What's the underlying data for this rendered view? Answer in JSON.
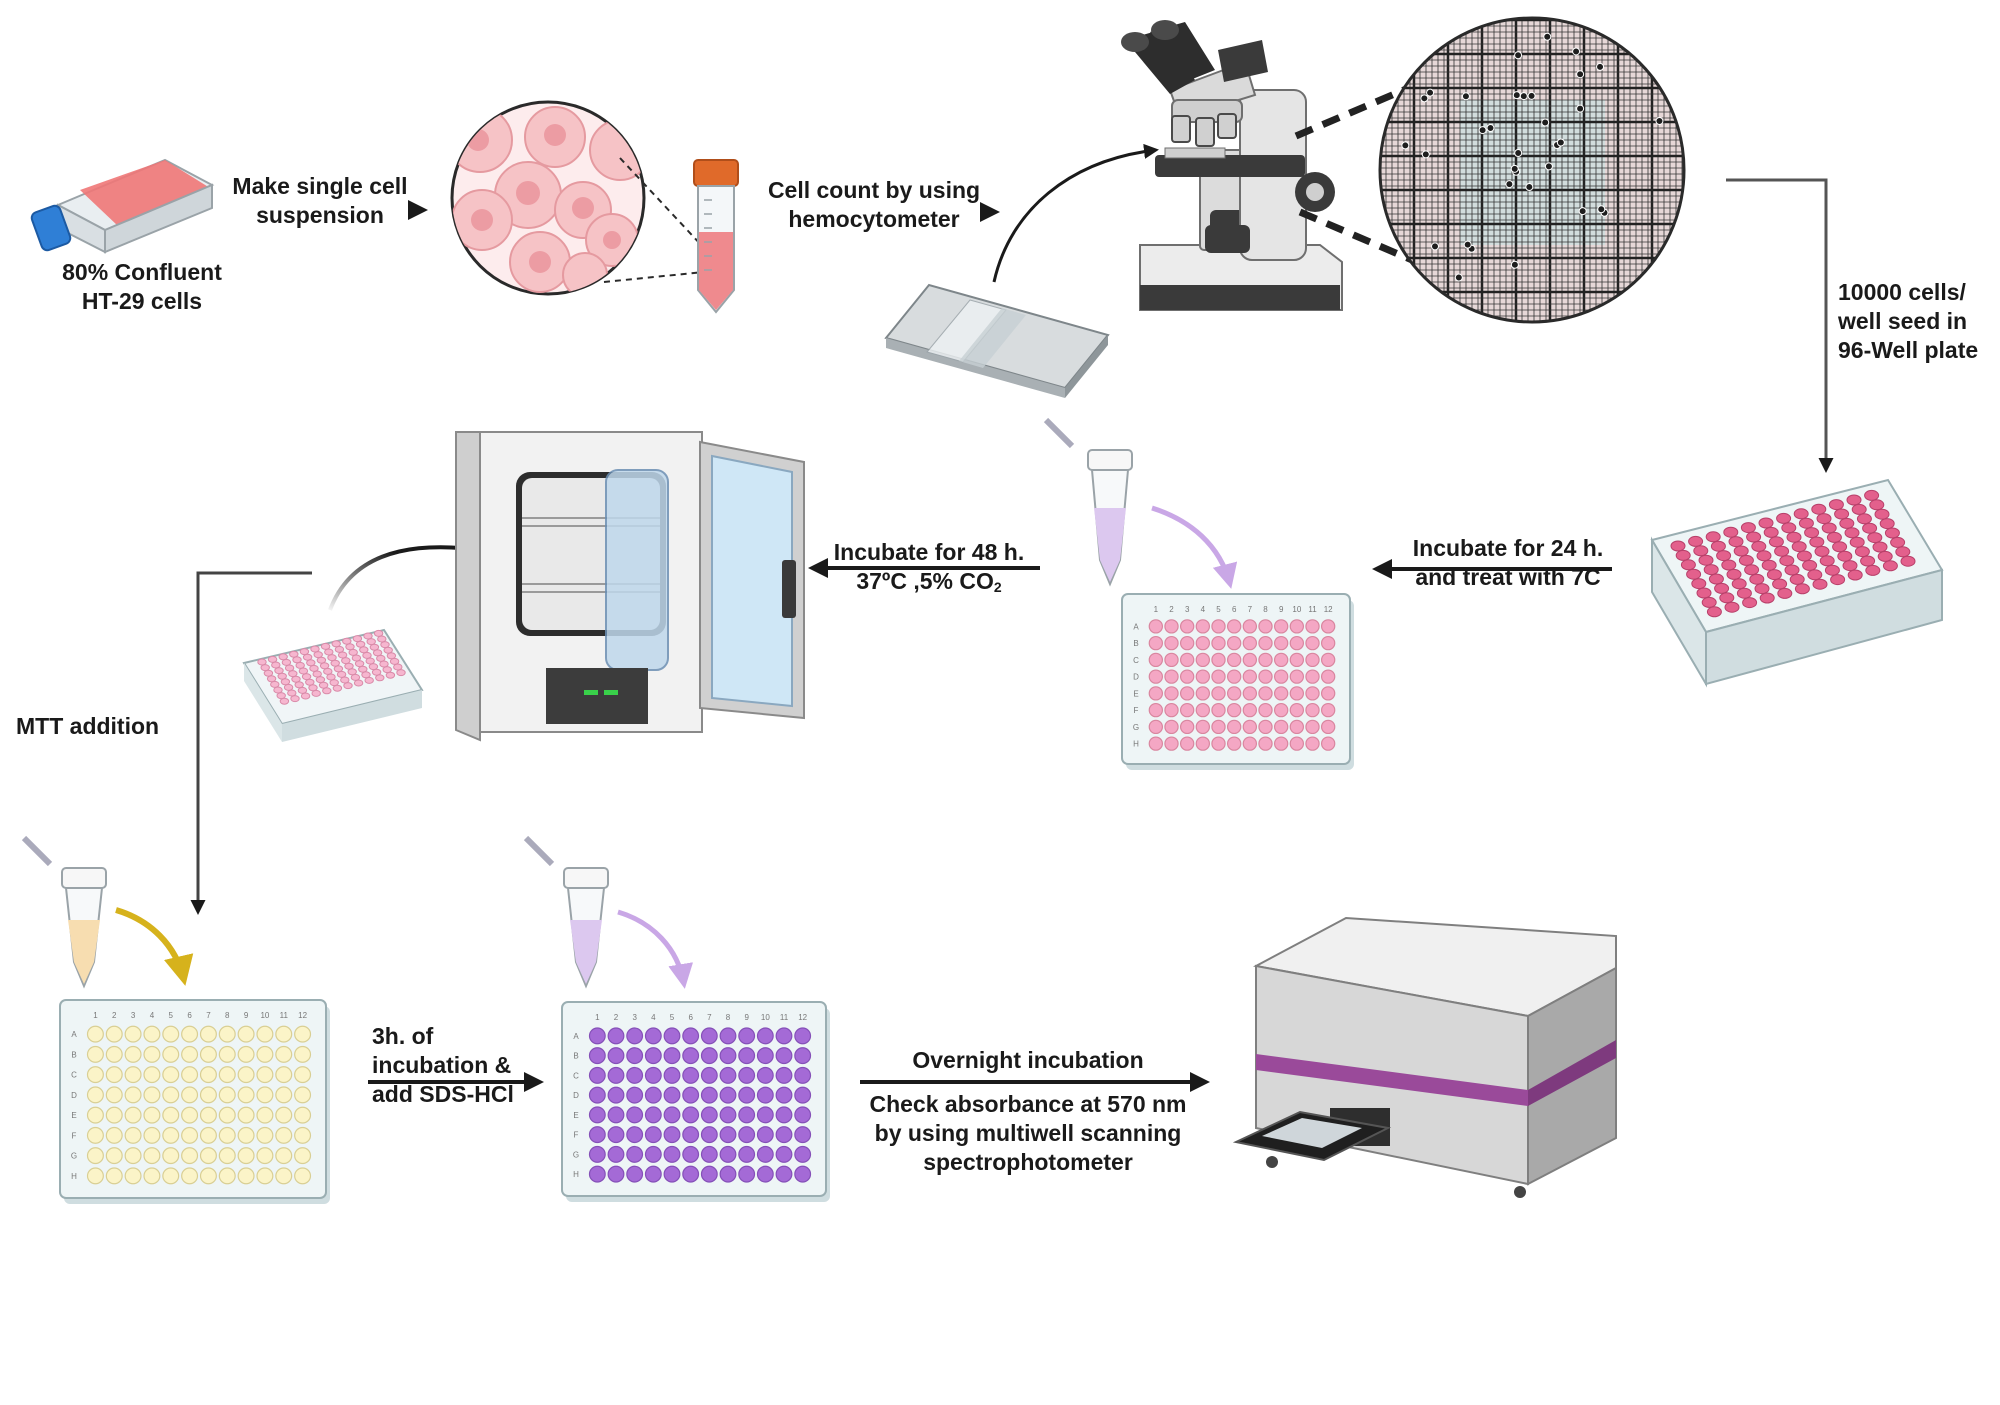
{
  "steps": {
    "flask_label": [
      "80% Confluent",
      "HT-29 cells"
    ],
    "single_cell": [
      "Make single cell",
      "suspension"
    ],
    "cell_count": [
      "Cell count by using",
      "hemocytometer"
    ],
    "seed": [
      "10000 cells/",
      "well seed in",
      "96-Well plate"
    ],
    "incubate_24": [
      "Incubate for 24 h.",
      "and treat with 7C"
    ],
    "incubate_48": [
      "Incubate for 48 h.",
      "37ºC ,5% CO",
      "2"
    ],
    "mtt": "MTT addition",
    "sds": [
      "3h. of",
      "incubation &",
      "add SDS-HCl"
    ],
    "overnight": "Overnight incubation",
    "absorbance": [
      "Check absorbance at 570 nm",
      "by using multiwell scanning",
      "spectrophotometer"
    ]
  },
  "plate_labels": {
    "columns": [
      "1",
      "2",
      "3",
      "4",
      "5",
      "6",
      "7",
      "8",
      "9",
      "10",
      "11",
      "12"
    ],
    "rows": [
      "A",
      "B",
      "C",
      "D",
      "E",
      "F",
      "G",
      "H"
    ]
  },
  "colors": {
    "arrow": "#1a1a1a",
    "pink_well": "#f4a7c4",
    "yellow_well": "#fbf4c8",
    "purple_well": "#a46ad6",
    "lavender_liquid": "#dcc8ef",
    "yellow_liquid": "#f7ddb0",
    "spectro_band": "#9a4a9a",
    "flask_liquid": "#ef7777",
    "tube_cap": "#e06a2a"
  }
}
